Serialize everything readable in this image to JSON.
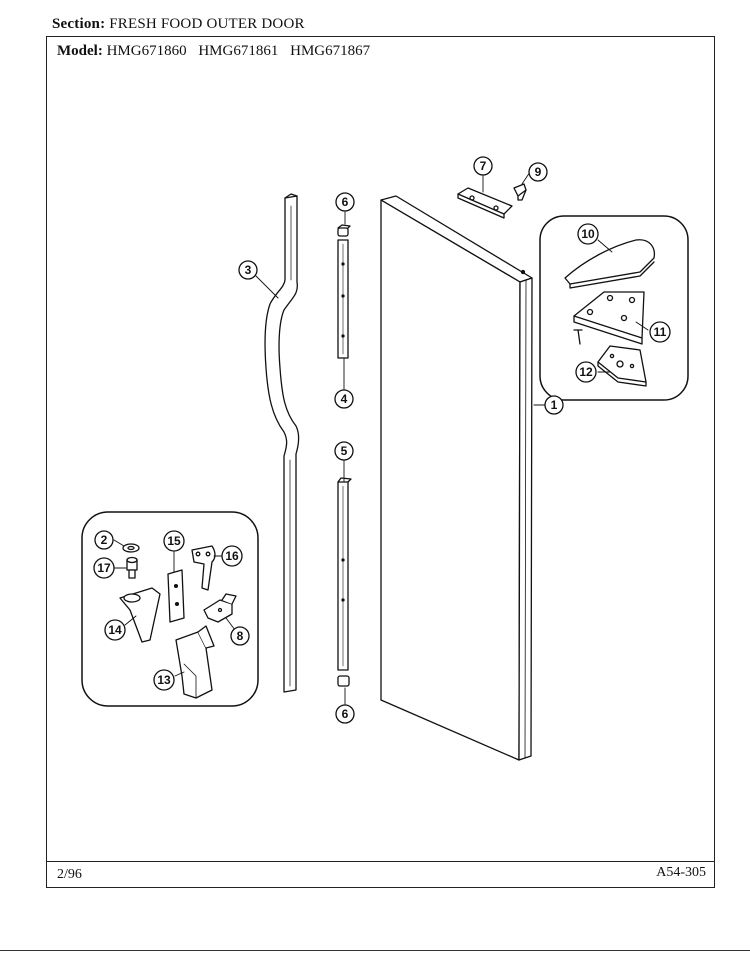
{
  "header": {
    "section_label": "Section:",
    "section_value": "FRESH FOOD OUTER DOOR",
    "model_label": "Model:",
    "models": [
      "HMG671860",
      "HMG671861",
      "HMG671867"
    ]
  },
  "footer": {
    "date": "2/96",
    "code": "A54-305"
  },
  "callouts": {
    "c1": "1",
    "c2": "2",
    "c3": "3",
    "c4": "4",
    "c5": "5",
    "c6a": "6",
    "c6b": "6",
    "c7": "7",
    "c8": "8",
    "c9": "9",
    "c10": "10",
    "c11": "11",
    "c12": "12",
    "c13": "13",
    "c14": "14",
    "c15": "15",
    "c16": "16",
    "c17": "17"
  }
}
